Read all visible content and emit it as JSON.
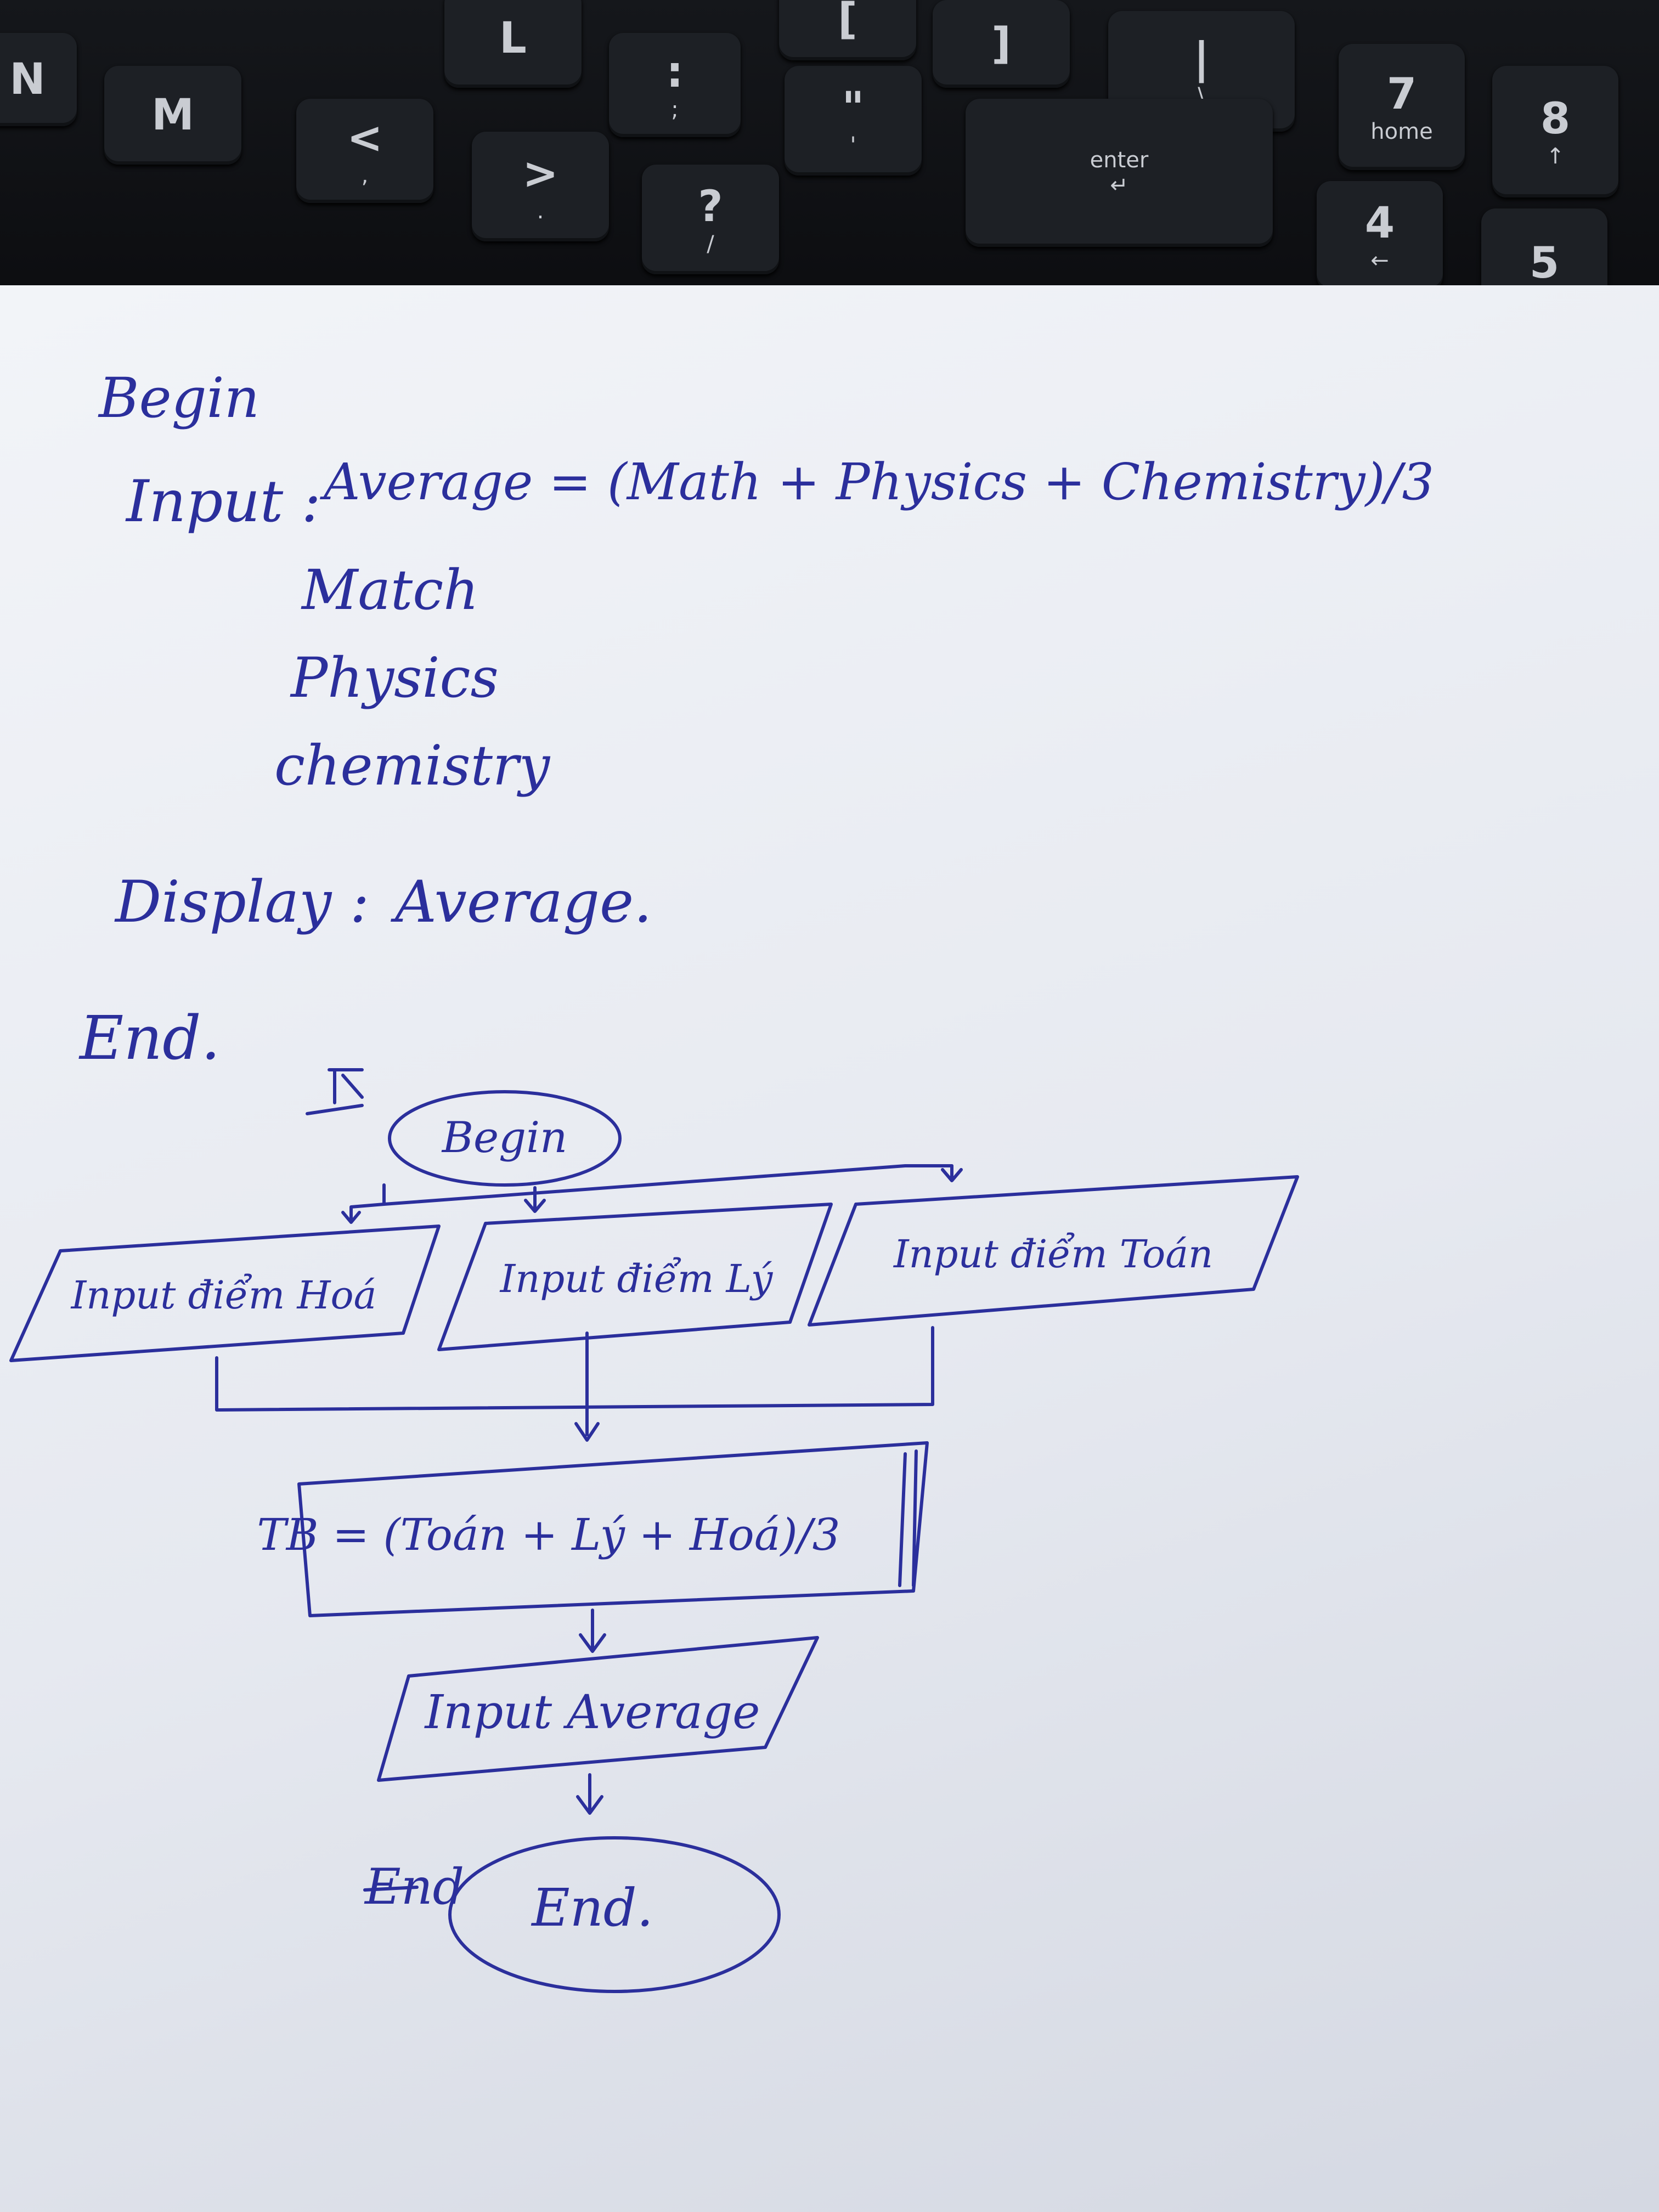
{
  "keyboard": {
    "keys": [
      {
        "label": "N",
        "sub": ""
      },
      {
        "label": "M",
        "sub": ""
      },
      {
        "label": "<",
        "sub": ","
      },
      {
        "label": ">",
        "sub": "."
      },
      {
        "label": "?",
        "sub": "/"
      },
      {
        "label": "L",
        "sub": ""
      },
      {
        "label": ":",
        "sub": ";"
      },
      {
        "label": "\"",
        "sub": "'"
      },
      {
        "label": "[",
        "sub": ""
      },
      {
        "label": "]",
        "sub": ""
      },
      {
        "label": "|",
        "sub": "\\"
      },
      {
        "label": "enter",
        "sub": "↵"
      },
      {
        "label": "7",
        "sub": "home"
      },
      {
        "label": "8",
        "sub": "↑"
      },
      {
        "label": "4",
        "sub": "←"
      },
      {
        "label": "5",
        "sub": ""
      }
    ]
  },
  "pseudocode": {
    "begin": "Begin",
    "input_label": "Input :",
    "formula": "Average = (Math + Physics + Chemistry)/3",
    "inputs": [
      "Match",
      "Physics",
      "chemistry"
    ],
    "display_label": "Display :",
    "display_value": "Average.",
    "end": "End."
  },
  "flowchart": {
    "start": "Begin",
    "inputs": [
      "Input điểm Hoá",
      "Input điểm Lý",
      "Input điểm Toán"
    ],
    "process": "TB = (Toán + Lý + Hoá)/3",
    "output": "Input Average",
    "end": "End.",
    "end_side_note": "End"
  }
}
